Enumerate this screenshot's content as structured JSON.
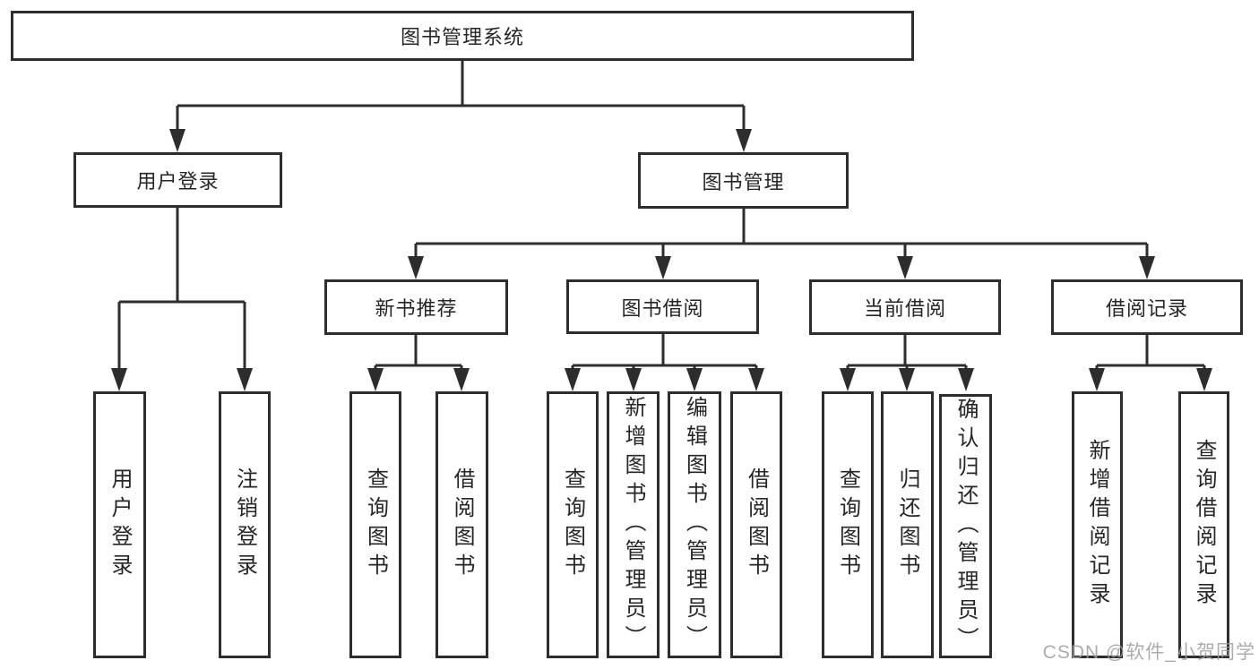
{
  "tree": {
    "label": "图书管理系统",
    "children": [
      {
        "label": "用户登录",
        "children": [
          {
            "label": "用户登录"
          },
          {
            "label": "注销登录"
          }
        ]
      },
      {
        "label": "图书管理",
        "children": [
          {
            "label": "新书推荐",
            "children": [
              {
                "label": "查询图书"
              },
              {
                "label": "借阅图书"
              }
            ]
          },
          {
            "label": "图书借阅",
            "children": [
              {
                "label": "查询图书"
              },
              {
                "label": "新增图书（管理员）"
              },
              {
                "label": "编辑图书（管理员）"
              },
              {
                "label": "借阅图书"
              }
            ]
          },
          {
            "label": "当前借阅",
            "children": [
              {
                "label": "查询图书"
              },
              {
                "label": "归还图书"
              },
              {
                "label": "确认归还（管理员）"
              }
            ]
          },
          {
            "label": "借阅记录",
            "children": [
              {
                "label": "新增借阅记录"
              },
              {
                "label": "查询借阅记录"
              }
            ]
          }
        ]
      }
    ]
  },
  "watermark": {
    "text": "CSDN @软件_小贺同学"
  },
  "colors": {
    "line": "#2d2d2d",
    "box_border": "#2d2d2d",
    "text": "#262626",
    "watermark": "#9e9e9e",
    "background": "#ffffff"
  }
}
